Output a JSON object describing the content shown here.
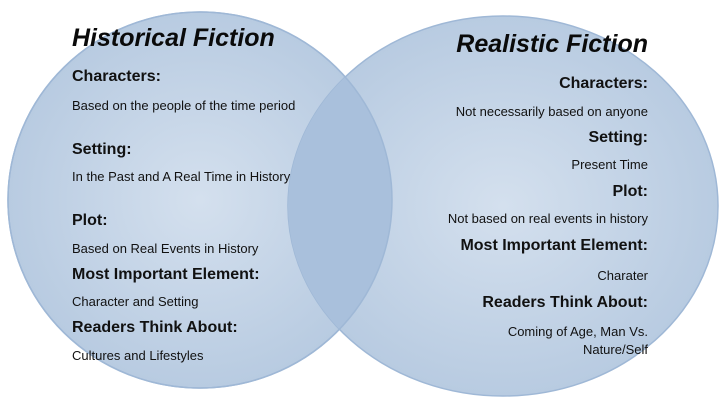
{
  "left": {
    "title": "Historical Fiction",
    "sections": [
      {
        "heading": "Characters:",
        "text": "Based on the people of the time period"
      },
      {
        "heading": "Setting:",
        "text": "In the Past and A Real Time in History"
      },
      {
        "heading": "Plot:",
        "text": "Based on Real Events in History"
      },
      {
        "heading": "Most Important Element:",
        "text": "Character and Setting"
      },
      {
        "heading": "Readers Think About:",
        "text": "Cultures and Lifestyles"
      }
    ]
  },
  "right": {
    "title": "Realistic Fiction",
    "sections": [
      {
        "heading": "Characters:",
        "text": "Not necessarily based on anyone"
      },
      {
        "heading": "Setting:",
        "text": "Present Time"
      },
      {
        "heading": "Plot:",
        "text": "Not based on real events in history"
      },
      {
        "heading": "Most Important Element:",
        "text": "Charater"
      },
      {
        "heading": "Readers Think About:",
        "text": "Coming of Age, Man Vs. Nature/Self"
      }
    ]
  },
  "colors": {
    "circle_fill": "#d4e0ee",
    "circle_edge": "#b8cbe1",
    "circle_stroke": "#9fb8d6",
    "overlap_fill": "#a9c0dc"
  }
}
